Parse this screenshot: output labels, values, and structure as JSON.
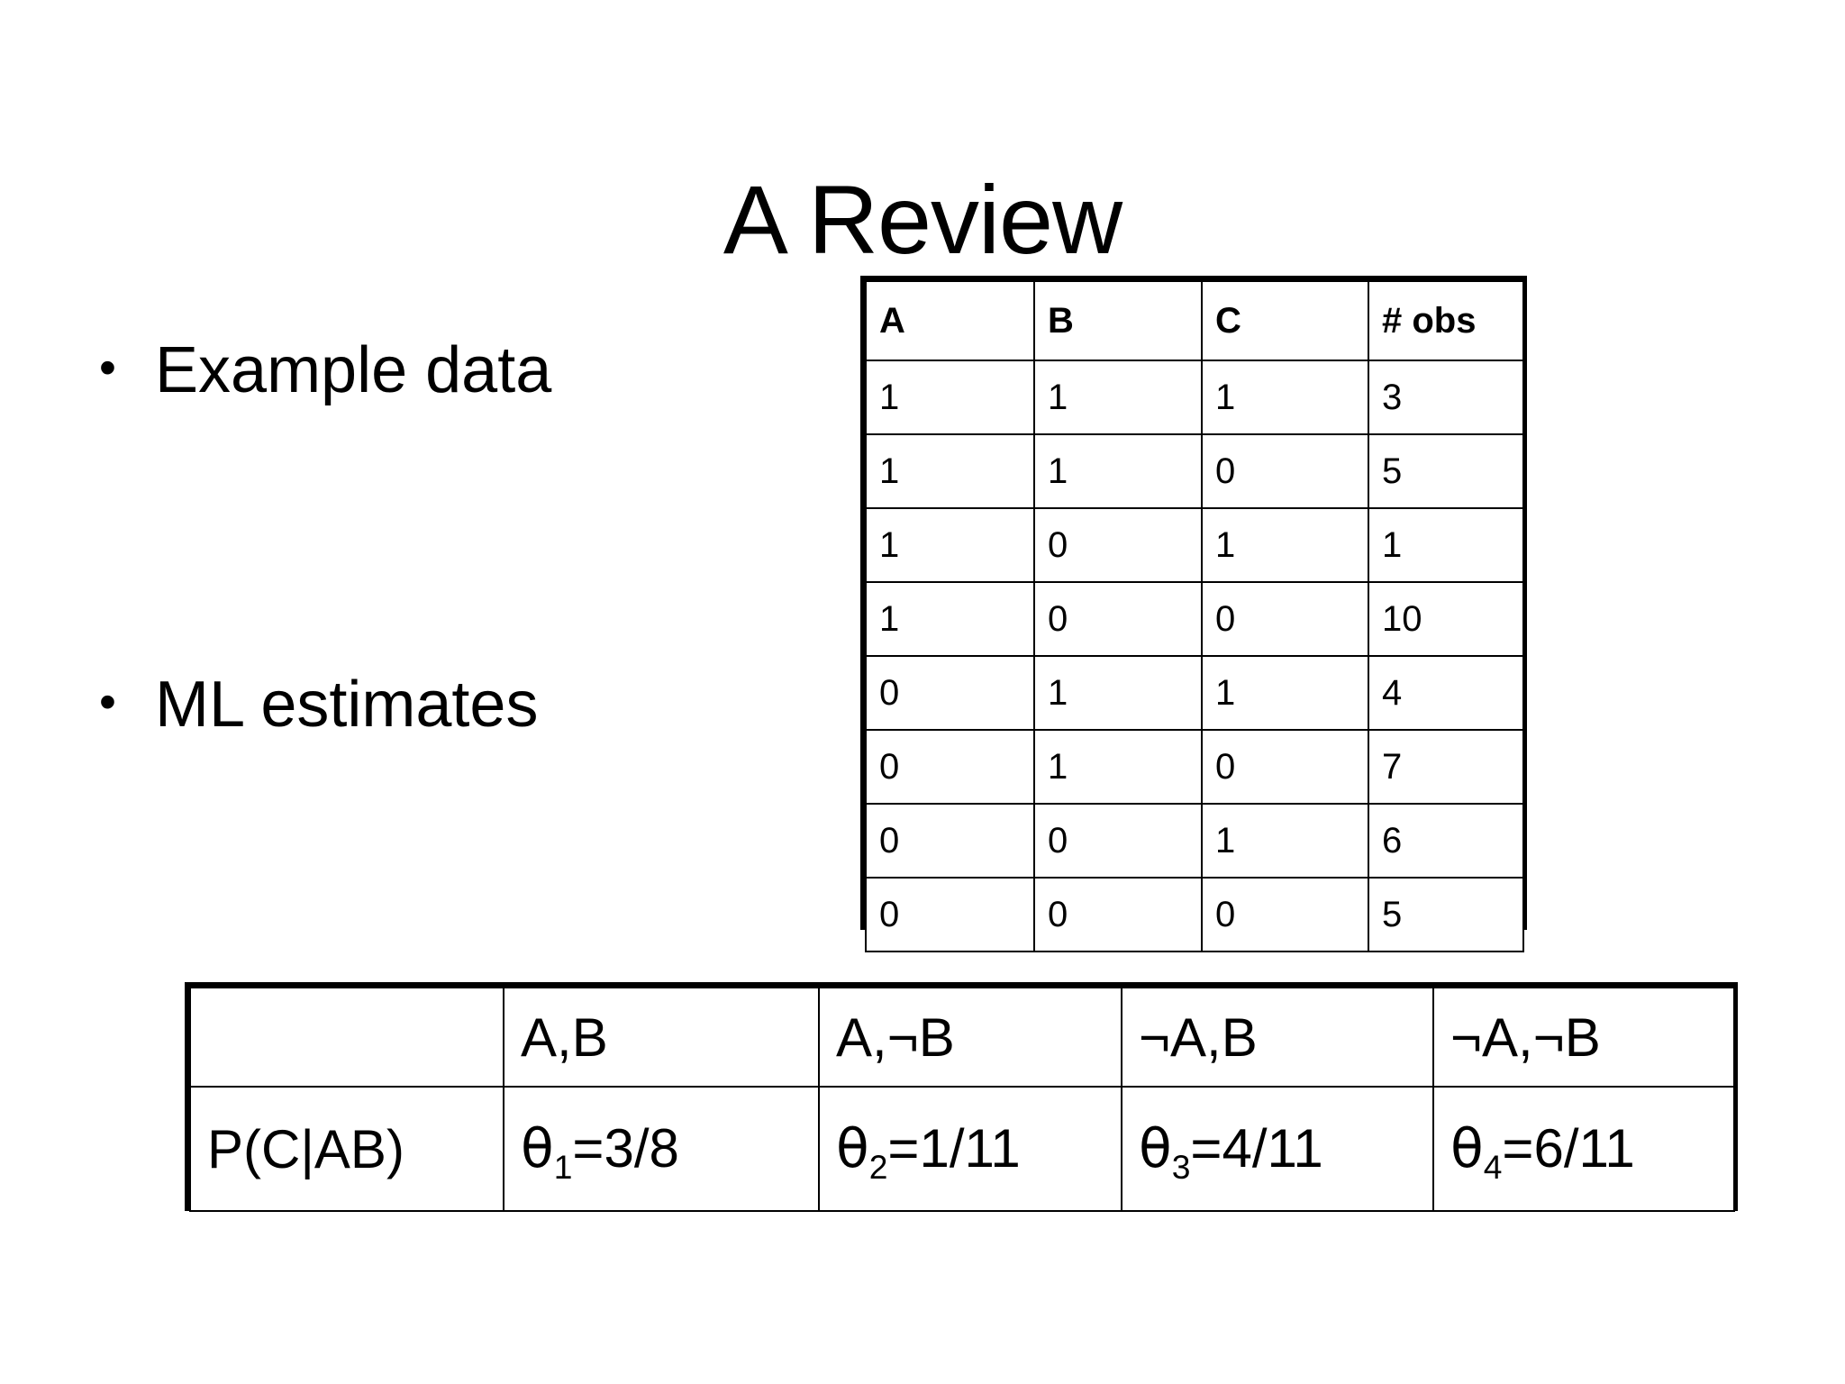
{
  "slide": {
    "title": "A Review",
    "bullet_marker": "•",
    "bullets": [
      {
        "text": "Example data"
      },
      {
        "text": "ML estimates"
      }
    ]
  },
  "obs_table": {
    "headers": [
      "A",
      "B",
      "C",
      "# obs"
    ],
    "rows": [
      [
        "1",
        "1",
        "1",
        "3"
      ],
      [
        "1",
        "1",
        "0",
        "5"
      ],
      [
        "1",
        "0",
        "1",
        "1"
      ],
      [
        "1",
        "0",
        "0",
        "10"
      ],
      [
        "0",
        "1",
        "1",
        "4"
      ],
      [
        "0",
        "1",
        "0",
        "7"
      ],
      [
        "0",
        "0",
        "1",
        "6"
      ],
      [
        "0",
        "0",
        "0",
        "5"
      ]
    ]
  },
  "ml_table": {
    "corner_label": "",
    "row_label": "P(C|AB)",
    "conditions": [
      "A,B",
      "A,¬B",
      "¬A,B",
      "¬A,¬B"
    ],
    "estimates": [
      {
        "symbol": "θ",
        "index": "1",
        "equals": "=",
        "value": "3/8",
        "full": "θ1=3/8"
      },
      {
        "symbol": "θ",
        "index": "2",
        "equals": "=",
        "value": "1/11",
        "full": "θ2=1/11"
      },
      {
        "symbol": "θ",
        "index": "3",
        "equals": "=",
        "value": "4/11",
        "full": "θ3=4/11"
      },
      {
        "symbol": "θ",
        "index": "4",
        "equals": "=",
        "value": "6/11",
        "full": "θ4=6/11"
      }
    ]
  },
  "colors": {
    "background": "#ffffff",
    "text": "#000000",
    "table_border": "#000000"
  }
}
